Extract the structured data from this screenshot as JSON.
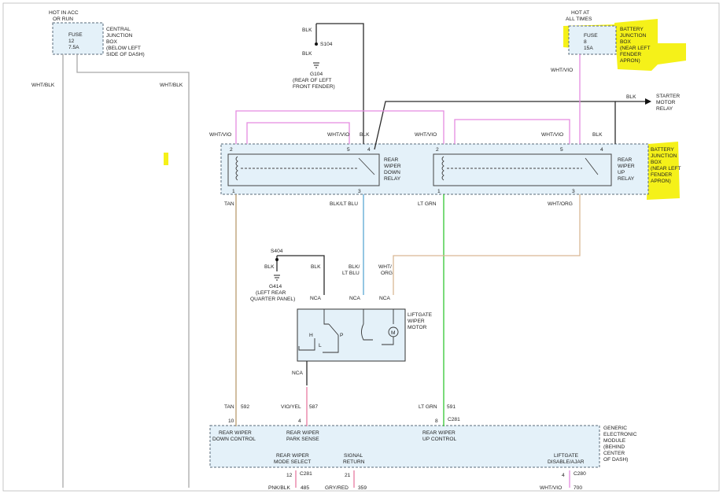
{
  "labels": {
    "hot_acc_1": "HOT IN ACC",
    "hot_acc_2": "OR RUN",
    "fuse_left": "FUSE",
    "fuse_left_num": "12",
    "fuse_left_amp": "7.5A",
    "cjb_1": "CENTRAL",
    "cjb_2": "JUNCTION",
    "cjb_3": "BOX",
    "cjb_4": "(BELOW LEFT",
    "cjb_5": "SIDE OF DASH)",
    "wht_blk_left": "WHT/BLK",
    "wht_blk_mid": "WHT/BLK",
    "blk_top": "BLK",
    "s104": "S104",
    "blk_s104": "BLK",
    "g104": "G104",
    "g104_1": "(REAR OF LEFT",
    "g104_2": "FRONT FENDER)",
    "hot_all_1": "HOT AT",
    "hot_all_2": "ALL TIMES",
    "fuse_right": "FUSE",
    "fuse_right_num": "8",
    "fuse_right_amp": "15A",
    "bjb_top_1": "BATTERY",
    "bjb_top_2": "JUNCTION",
    "bjb_top_3": "BOX",
    "bjb_top_4": "(NEAR LEFT",
    "bjb_top_5": "FENDER",
    "bjb_top_6": "APRON)",
    "wht_vio_top": "WHT/VIO",
    "blk_starter": "BLK",
    "starter_1": "STARTER",
    "starter_2": "MOTOR",
    "starter_3": "RELAY",
    "wv1": "WHT/VIO",
    "wv2": "WHT/VIO",
    "wv3": "WHT/VIO",
    "wv4": "WHT/VIO",
    "blk_r1": "BLK",
    "blk_r2": "BLK",
    "p2a": "2",
    "p5a": "5",
    "p4a": "4",
    "p1a": "1",
    "p3a": "3",
    "p2b": "2",
    "p5b": "5",
    "p4b": "4",
    "p1b": "1",
    "p3b": "3",
    "rwd_1": "REAR",
    "rwd_2": "WIPER",
    "rwd_3": "DOWN",
    "rwd_4": "RELAY",
    "rwu_1": "REAR",
    "rwu_2": "WIPER",
    "rwu_3": "UP",
    "rwu_4": "RELAY",
    "bjb_r_1": "BATTERY",
    "bjb_r_2": "JUNCTION",
    "bjb_r_3": "BOX",
    "bjb_r_4": "(NEAR LEFT",
    "bjb_r_5": "FENDER",
    "bjb_r_6": "APRON)",
    "tan": "TAN",
    "blk_ltblu": "BLK/LT BLU",
    "lt_grn": "LT GRN",
    "wht_org": "WHT/ORG",
    "s404": "S404",
    "blk_s404": "BLK",
    "blk_mid": "BLK",
    "g414": "G414",
    "g414_1": "(LEFT REAR",
    "g414_2": "QUARTER PANEL)",
    "blk_lt_1": "BLK/",
    "blk_lt_2": "LT BLU",
    "wo_1": "WHT/",
    "wo_2": "ORG",
    "nca1": "NCA",
    "nca2": "NCA",
    "nca3": "NCA",
    "nca4": "NCA",
    "lwm_1": "LIFTGATE",
    "lwm_2": "WIPER",
    "lwm_3": "MOTOR",
    "sw_h": "H",
    "sw_l": "L",
    "sw_p": "P",
    "motor_m": "M",
    "tan2": "TAN",
    "c592": "592",
    "vioyel": "VIO/YEL",
    "c587": "587",
    "ltgrn2": "LT GRN",
    "c591": "591",
    "pin10": "10",
    "pin4": "4",
    "pin8": "8",
    "c281a": "C281",
    "rwdc_1": "REAR WIPER",
    "rwdc_2": "DOWN CONTROL",
    "rwps_1": "REAR WIPER",
    "rwps_2": "PARK SENSE",
    "rwuc_1": "REAR WIPER",
    "rwuc_2": "UP CONTROL",
    "gem_1": "GENERIC",
    "gem_2": "ELECTRONIC",
    "gem_3": "MODULE",
    "gem_4": "(BEHIND",
    "gem_5": "CENTER",
    "gem_6": "OF DASH)",
    "rwms_1": "REAR WIPER",
    "rwms_2": "MODE SELECT",
    "sr_1": "SIGNAL",
    "sr_2": "RETURN",
    "ld_1": "LIFTGATE",
    "ld_2": "DISABLE/AJAR",
    "pin12": "12",
    "c281b": "C281",
    "pin21": "21",
    "pin4b": "4",
    "c280": "C280",
    "pnkblk": "PNK/BLK",
    "c485": "485",
    "gryred": "GRY/RED",
    "c359": "359",
    "whtvio_b": "WHT/VIO",
    "c700": "700"
  },
  "colors": {
    "white_wire": "#a9a9a9",
    "black_wire": "#2b2b2b",
    "violet_wire": "#e58be0",
    "blue_wire": "#5aa8d4",
    "green_wire": "#33c633",
    "orange_wire": "#d9b894",
    "tan_wire": "#b89c6e",
    "pink_wire": "#e77ba0",
    "highlight": "#f4f000"
  }
}
